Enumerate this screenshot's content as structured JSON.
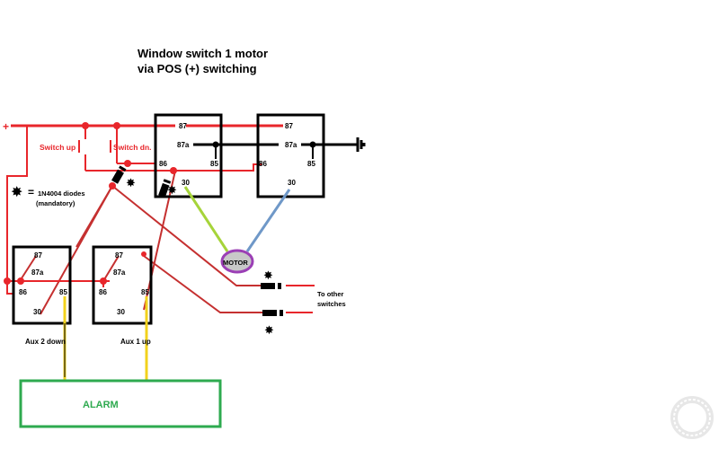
{
  "title": {
    "line1": "Window switch 1 motor",
    "line2": "via POS (+) switching"
  },
  "power": {
    "symbol": "+"
  },
  "switches": {
    "up": "Switch up",
    "down": "Switch dn."
  },
  "legend": {
    "symbol": "diode-marker",
    "equals": "=",
    "line1": "1N4004 diodes",
    "line2": "(mandatory)"
  },
  "relays": [
    {
      "id": "relay-1",
      "pins": {
        "p87": "87",
        "p87a": "87a",
        "p85": "85",
        "p86": "86",
        "p30": "30"
      }
    },
    {
      "id": "relay-2",
      "pins": {
        "p87": "87",
        "p87a": "87a",
        "p85": "85",
        "p86": "86",
        "p30": "30"
      }
    },
    {
      "id": "aux-2-down",
      "label": "Aux 2 down",
      "pins": {
        "p87": "87",
        "p87a": "87a",
        "p85": "85",
        "p86": "86",
        "p30": "30"
      }
    },
    {
      "id": "aux-1-up",
      "label": "Aux 1 up",
      "pins": {
        "p87": "87",
        "p87a": "87a",
        "p85": "85",
        "p86": "86",
        "p30": "30"
      }
    }
  ],
  "motor": {
    "label": "MOTOR"
  },
  "other": {
    "line1": "To other",
    "line2": "switches"
  },
  "alarm": {
    "label": "ALARM"
  },
  "watermark": {
    "text": "the12volt.com"
  },
  "colors": {
    "wire_red": "#e8262b",
    "wire_dark_red": "#c53030",
    "wire_black": "#000000",
    "wire_green": "#a6d43a",
    "wire_blue": "#6f98c8",
    "wire_yellow": "#f2d21c",
    "wire_olive": "#7a6a12",
    "alarm_green": "#2eaa4f",
    "motor_fill": "#c8c8c8",
    "motor_stroke": "#9b3fb5"
  }
}
